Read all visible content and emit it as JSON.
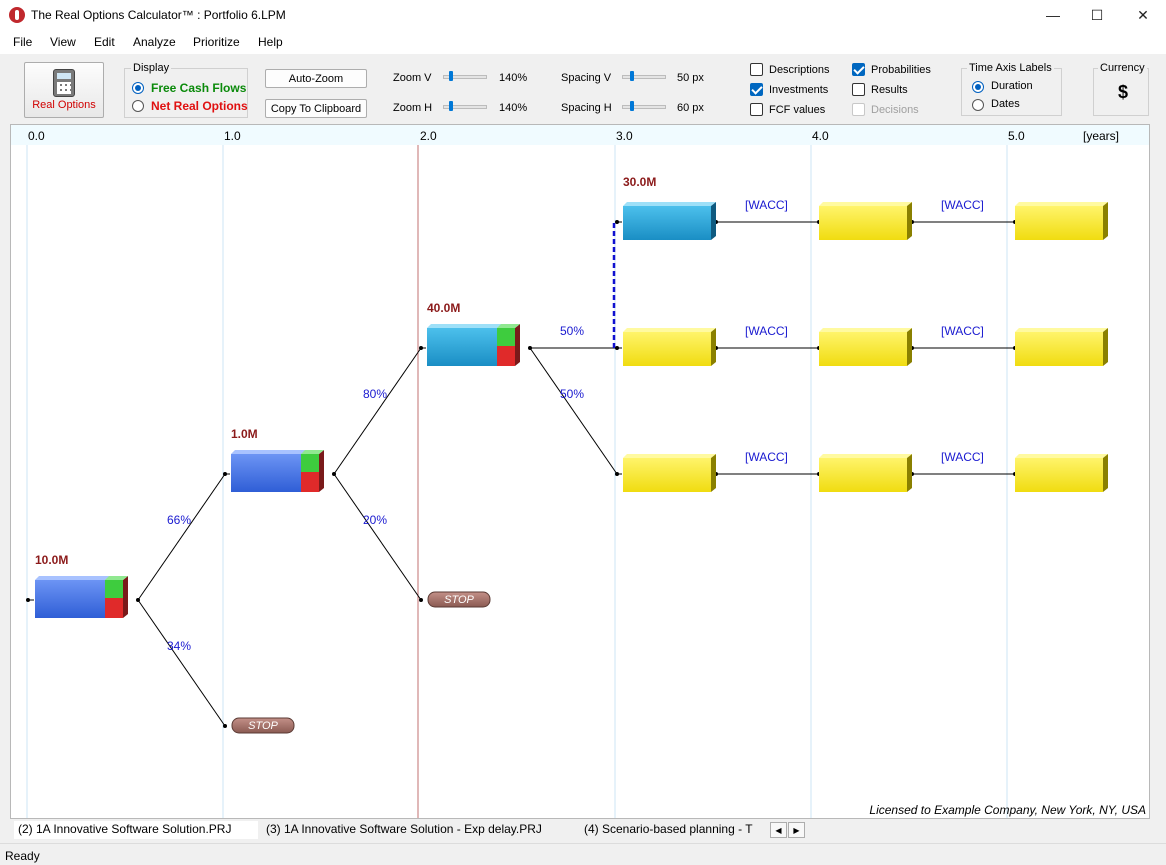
{
  "window": {
    "app_name": "The Real Options Calculator™ :",
    "file_name": "Portfolio 6.LPM",
    "minimize": "—",
    "maximize": "☐",
    "close": "✕"
  },
  "menu": [
    "File",
    "View",
    "Edit",
    "Analyze",
    "Prioritize",
    "Help"
  ],
  "toolbar": {
    "real_options_label": "Real Options",
    "display": {
      "title": "Display",
      "free_cash_flows": "Free Cash Flows",
      "net_real_options": "Net Real Options",
      "selected": "free_cash_flows"
    },
    "auto_zoom": "Auto-Zoom",
    "copy_to_clipboard": "Copy To Clipboard",
    "zoom_v": {
      "label": "Zoom V",
      "value": "140%",
      "level": 0.12
    },
    "zoom_h": {
      "label": "Zoom H",
      "value": "140%",
      "level": 0.12
    },
    "spacing_v": {
      "label": "Spacing V",
      "value": "50 px",
      "level": 0.15
    },
    "spacing_h": {
      "label": "Spacing H",
      "value": "60 px",
      "level": 0.15
    },
    "checks": {
      "descriptions": {
        "label": "Descriptions",
        "checked": false
      },
      "investments": {
        "label": "Investments",
        "checked": true
      },
      "fcf_values": {
        "label": "FCF values",
        "checked": false
      },
      "probabilities": {
        "label": "Probabilities",
        "checked": true
      },
      "results": {
        "label": "Results",
        "checked": false
      },
      "decisions": {
        "label": "Decisions",
        "checked": false,
        "disabled": true
      }
    },
    "time_axis": {
      "title": "Time Axis Labels",
      "duration": "Duration",
      "dates": "Dates",
      "selected": "duration"
    },
    "currency": {
      "title": "Currency",
      "symbol": "$"
    }
  },
  "axis": {
    "ticks": [
      "0.0",
      "1.0",
      "2.0",
      "3.0",
      "4.0",
      "5.0"
    ],
    "unit": "[years]"
  },
  "tree": {
    "values": [
      "10.0M",
      "1.0M",
      "40.0M",
      "30.0M"
    ],
    "probabilities": [
      "66%",
      "34%",
      "80%",
      "20%",
      "50%",
      "50%"
    ],
    "stop_label": "STOP",
    "wacc_label": "[WACC]"
  },
  "license": "Licensed to Example Company, New York, NY, USA",
  "tabs": [
    "(2) 1A Innovative Software Solution.PRJ",
    "(3) 1A Innovative Software Solution - Exp delay.PRJ",
    "(4) Scenario-based planning - T"
  ],
  "tab_scroll": {
    "left": "◀",
    "right": "▶"
  },
  "status": "Ready",
  "colors": {
    "blue_box": "#3f6fe0",
    "cyan_box": "#2aa6d6",
    "yellow_box": "#f7eb2a",
    "green_cap": "#3ecc3e",
    "red_cap": "#e02a2a",
    "value_text": "#8b1a1a",
    "prob_text": "#1a1ad0",
    "stop": "#9b6a60"
  }
}
